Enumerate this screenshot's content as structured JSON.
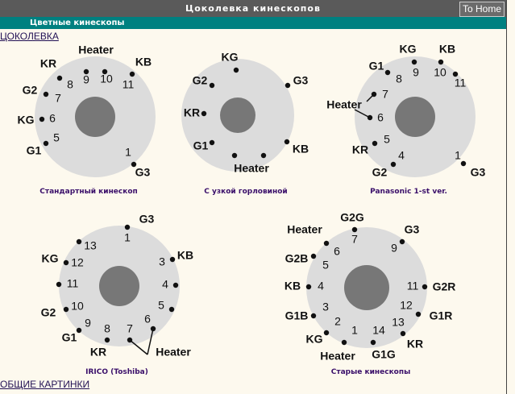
{
  "header": {
    "title": "Цоколевка кинескопов",
    "home_button": "To Home",
    "subtitle": "Цветные кинескопы"
  },
  "links": {
    "top": "ЦОКОЛЕВКА",
    "bottom": "ОБЩИЕ КАРТИНКИ"
  },
  "diagrams": [
    {
      "caption": "Стандартный кинескоп",
      "labels": [
        "Heater",
        "9",
        "10",
        "KR",
        "8",
        "G2",
        "7",
        "KG",
        "6",
        "G1",
        "5",
        "KB",
        "11",
        "1",
        "G3"
      ]
    },
    {
      "caption": "С узкой горловиной",
      "labels": [
        "KG",
        "G2",
        "G3",
        "KR",
        "G1",
        "KB",
        "Heater"
      ]
    },
    {
      "caption": "Panasonic 1-st ver.",
      "labels": [
        "KG",
        "9",
        "KB",
        "10",
        "G1",
        "8",
        "11",
        "Heater",
        "7",
        "6",
        "KR",
        "5",
        "G2",
        "4",
        "G3",
        "1"
      ]
    },
    {
      "caption": "IRICO (Toshiba)",
      "labels": [
        "G3",
        "1",
        "13",
        "KG",
        "12",
        "KB",
        "3",
        "11",
        "4",
        "G2",
        "10",
        "5",
        "G1",
        "9",
        "8",
        "7",
        "6",
        "KR",
        "Heater"
      ]
    },
    {
      "caption": "Старые кинескопы",
      "labels": [
        "G2G",
        "7",
        "Heater",
        "6",
        "G3",
        "9",
        "G2B",
        "5",
        "11",
        "G2R",
        "KB",
        "4",
        "G1B",
        "3",
        "12",
        "G1R",
        "KG",
        "2",
        "13",
        "KR",
        "Heater",
        "1",
        "G1G",
        "14"
      ]
    }
  ]
}
